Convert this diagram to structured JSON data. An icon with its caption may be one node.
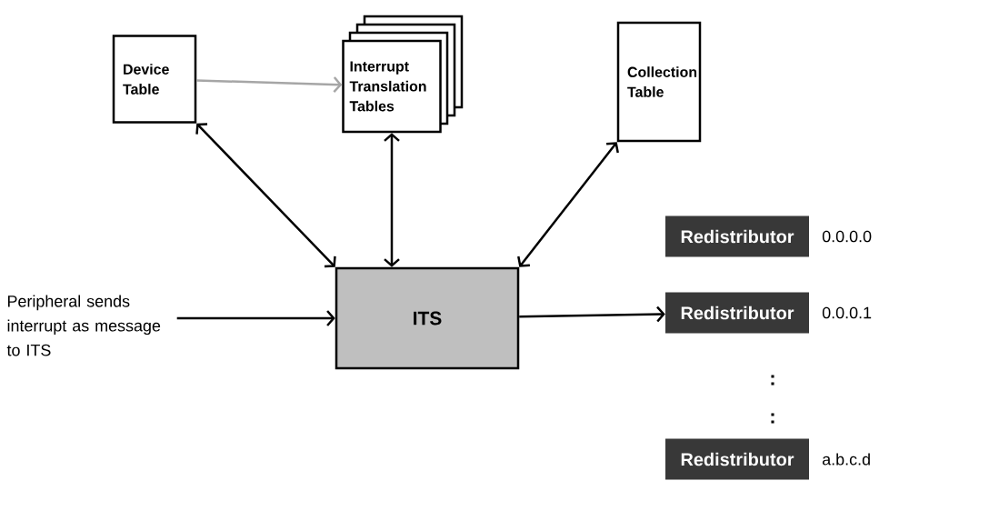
{
  "diagram": {
    "nodes": [
      {
        "text": [
          "Device Table"
        ]
      },
      {
        "text": [
          "Interrupt Translation Tables"
        ]
      },
      {
        "text": [
          "Collection Table"
        ]
      },
      {
        "text": [
          "ITS"
        ]
      },
      {
        "text": [
          "Peripheral sends interrupt as message to ITS"
        ]
      },
      {
        "text": [
          "Redistributor"
        ],
        "beside": [
          "0.0.0.0"
        ]
      },
      {
        "text": [
          "Redistributor"
        ],
        "beside": [
          "0.0.0.1"
        ]
      },
      {
        "text": [
          "Redistributor"
        ],
        "beside": [
          "a.b.c.d"
        ]
      }
    ],
    "edges": [
      {
        "from": 0,
        "to": 1,
        "arrow": "to",
        "color": "#a6a6a6"
      },
      {
        "from": 3,
        "to": 0,
        "arrow": "both"
      },
      {
        "from": 3,
        "to": 1,
        "arrow": "both"
      },
      {
        "from": 3,
        "to": 2,
        "arrow": "both"
      },
      {
        "from": 4,
        "to": 3,
        "arrow": "to"
      },
      {
        "from": 3,
        "to": 6,
        "arrow": "to"
      }
    ],
    "labels": [
      ":",
      ":"
    ]
  }
}
